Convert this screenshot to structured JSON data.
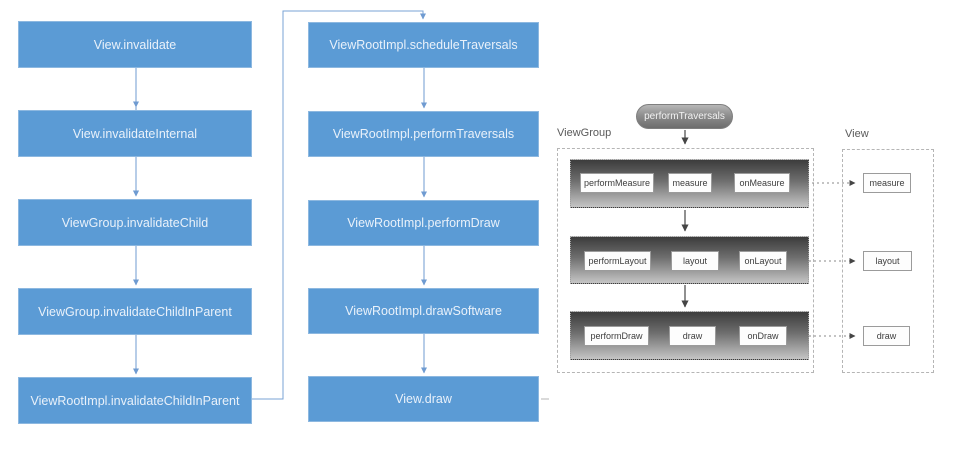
{
  "colors": {
    "flow_box_blue": "#5b9bd5",
    "flow_box_border": "#8db8e0",
    "flow_box_text": "#e9f1fa",
    "connector_blue": "#6f9bd1",
    "phase_bar_gradient_top": "#3c3c3c",
    "phase_bar_gradient_bottom": "#c5c5c5",
    "capsule_gray": "#8e8e8e",
    "dashed_border_gray": "#b5b5b5",
    "dark_arrow": "#454545",
    "small_box_text": "#3d3d3d"
  },
  "invalidate_flow": {
    "boxes": [
      "View.invalidate",
      "View.invalidateInternal",
      "ViewGroup.invalidateChild",
      "ViewGroup.invalidateChildInParent",
      "ViewRootImpl.invalidateChildInParent"
    ]
  },
  "traversal_flow": {
    "boxes": [
      "ViewRootImpl.scheduleTraversals",
      "ViewRootImpl.performTraversals",
      "ViewRootImpl.performDraw",
      "ViewRootImpl.drawSoftware",
      "View.draw"
    ]
  },
  "measure_layout_draw": {
    "root_node": "performTraversals",
    "group_label": "ViewGroup",
    "view_label": "View",
    "rows": [
      {
        "left": "performMeasure",
        "mid": "measure",
        "right": "onMeasure",
        "view": "measure"
      },
      {
        "left": "performLayout",
        "mid": "layout",
        "right": "onLayout",
        "view": "layout"
      },
      {
        "left": "performDraw",
        "mid": "draw",
        "right": "onDraw",
        "view": "draw"
      }
    ]
  }
}
